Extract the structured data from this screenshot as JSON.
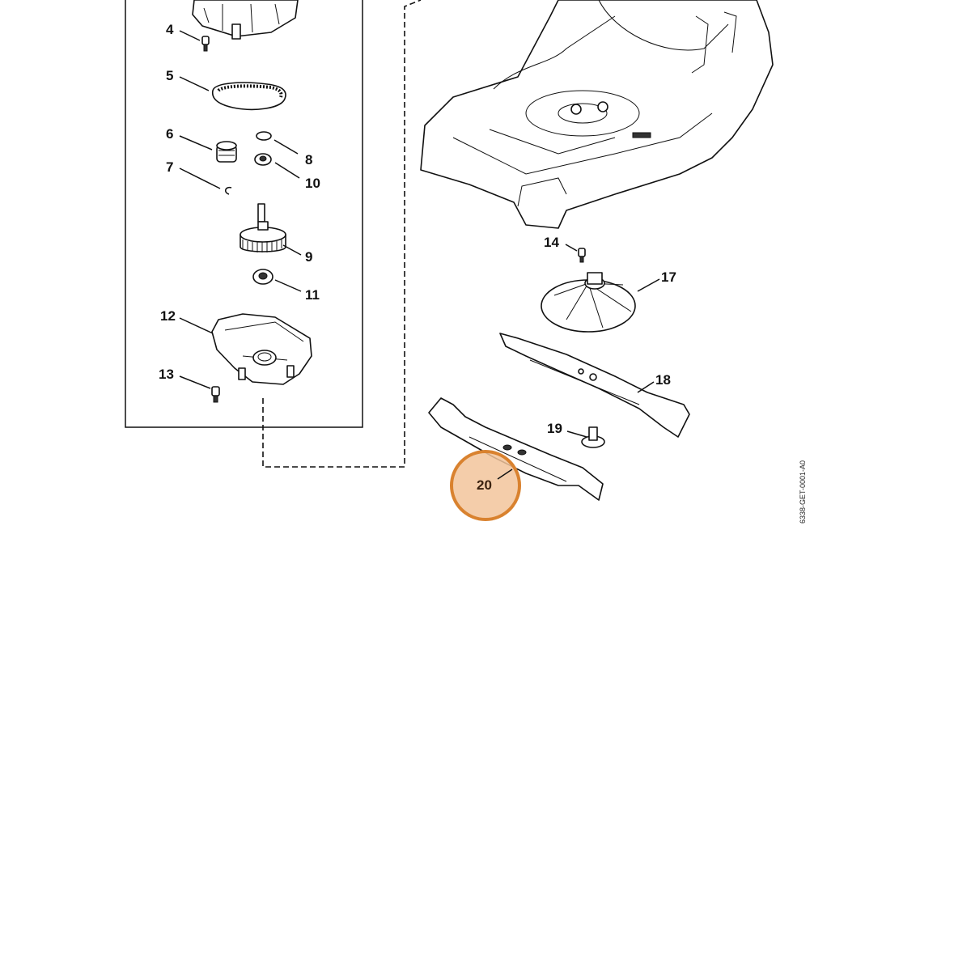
{
  "callouts": [
    {
      "id": "4",
      "label": "4"
    },
    {
      "id": "5",
      "label": "5"
    },
    {
      "id": "6",
      "label": "6"
    },
    {
      "id": "7",
      "label": "7"
    },
    {
      "id": "8",
      "label": "8"
    },
    {
      "id": "9",
      "label": "9"
    },
    {
      "id": "10",
      "label": "10"
    },
    {
      "id": "11",
      "label": "11"
    },
    {
      "id": "12",
      "label": "12"
    },
    {
      "id": "13",
      "label": "13"
    },
    {
      "id": "14",
      "label": "14"
    },
    {
      "id": "17",
      "label": "17"
    },
    {
      "id": "18",
      "label": "18"
    },
    {
      "id": "19",
      "label": "19"
    }
  ],
  "highlight": {
    "label": "20",
    "fill": "#f2c49b",
    "stroke": "#d9822f"
  },
  "document_id": "6338-GET-0001-A0"
}
